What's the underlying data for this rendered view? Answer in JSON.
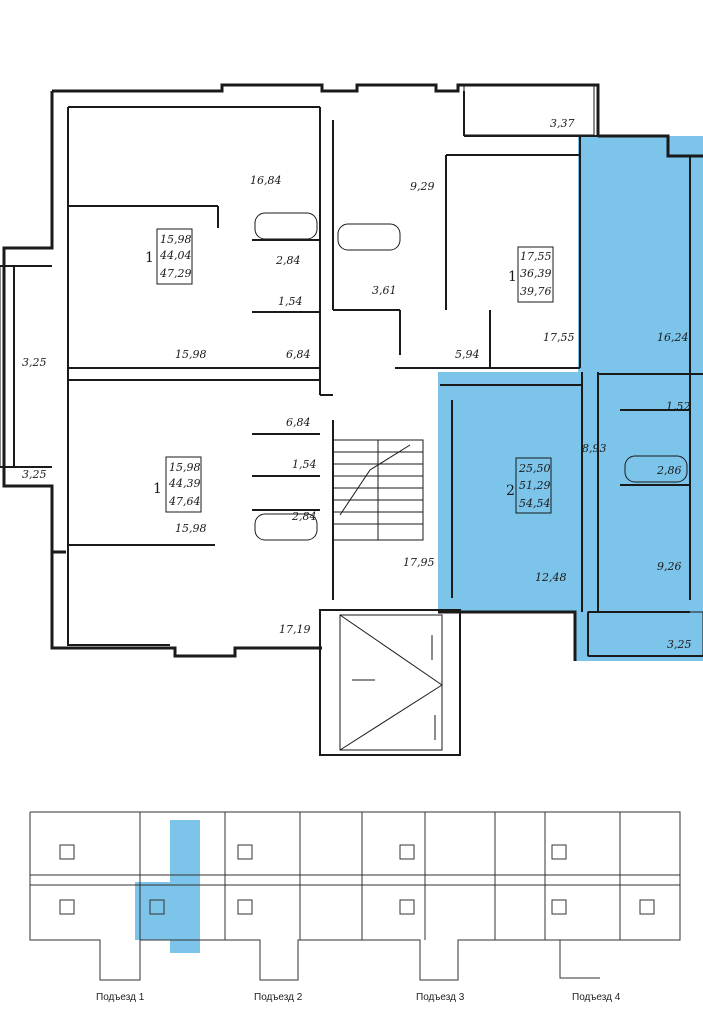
{
  "colors": {
    "highlight": "#7cc4ea",
    "wall": "#1a1a1a",
    "bg": "#ffffff"
  },
  "apartments": [
    {
      "id": "apt1",
      "rooms": "1",
      "living": "15,98",
      "total": "44,04",
      "total_loggia": "47,29"
    },
    {
      "id": "apt2",
      "rooms": "1",
      "living": "17,55",
      "total": "36,39",
      "total_loggia": "39,76"
    },
    {
      "id": "apt3",
      "rooms": "1",
      "living": "15,98",
      "total": "44,39",
      "total_loggia": "47,64"
    },
    {
      "id": "apt4",
      "rooms": "2",
      "living": "25,50",
      "total": "51,29",
      "total_loggia": "54,54",
      "highlighted": true
    }
  ],
  "room_labels": [
    "16,84",
    "9,29",
    "3,37",
    "2,84",
    "1,54",
    "3,61",
    "15,98",
    "6,84",
    "5,94",
    "17,55",
    "16,24",
    "3,25",
    "3,25",
    "6,84",
    "1,54",
    "1,52",
    "8,93",
    "2,86",
    "15,98",
    "2,84",
    "17,95",
    "12,48",
    "9,26",
    "17,19",
    "3,25"
  ],
  "entrances": [
    "Подъезд 1",
    "Подъезд 2",
    "Подъезд 3",
    "Подъезд 4"
  ]
}
